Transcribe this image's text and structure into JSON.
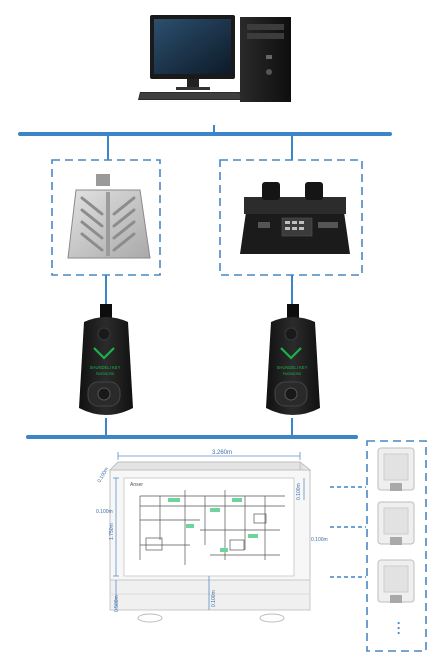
{
  "colors": {
    "bus_line": "#3a86c8",
    "dashed_frame": "#4a87c4",
    "device_dark": "#1c1c1c",
    "screen_green": "#19b34a",
    "panel_light": "#ececec"
  },
  "diagram": {
    "top_bus": {
      "name": "upper-bus-line"
    },
    "lower_bus": {
      "name": "lower-bus-line"
    },
    "cabinet": {
      "dim_width": "3.260m",
      "dim_top": "0.100m",
      "dim_left_small": "0.100m",
      "dim_left_height": "1.750m",
      "dim_right_small": "0.100m",
      "dim_right_mid": "0.100m",
      "dim_bottom": "0.100m",
      "dim_base": "0.500m",
      "logo_text": "Anser"
    },
    "icons": {
      "computer": "desktop-computer-icon",
      "wireless_module": "wireless-module-icon",
      "charger": "charger-dock-icon",
      "key_left": "handheld-key-icon",
      "key_right": "handheld-key-icon",
      "lock": "padlock-icon"
    },
    "key_brand": "SHUNDELI KEY",
    "key_sub": "PASSWORD",
    "lock_ellipsis": "• • •"
  }
}
